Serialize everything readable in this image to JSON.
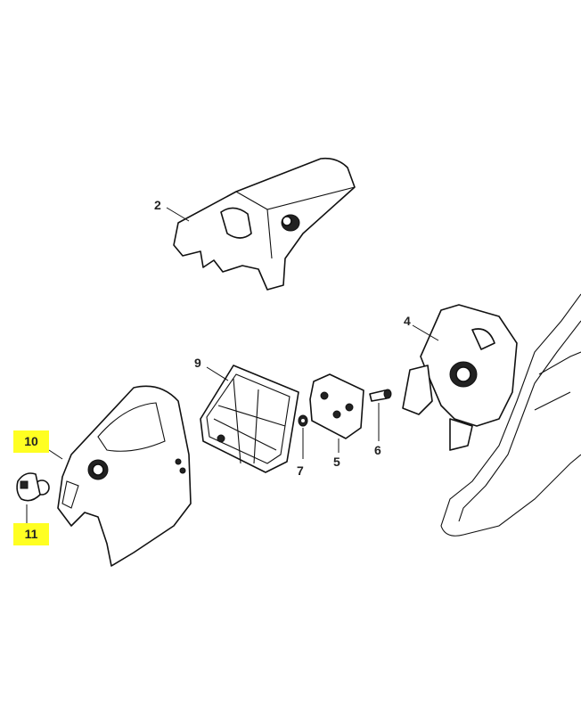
{
  "diagram": {
    "callouts": [
      {
        "id": "2",
        "label": "2",
        "highlighted": false
      },
      {
        "id": "4",
        "label": "4",
        "highlighted": false
      },
      {
        "id": "9",
        "label": "9",
        "highlighted": false
      },
      {
        "id": "10",
        "label": "10",
        "highlighted": true
      },
      {
        "id": "11",
        "label": "11",
        "highlighted": true
      },
      {
        "id": "7",
        "label": "7",
        "highlighted": false
      },
      {
        "id": "5",
        "label": "5",
        "highlighted": false
      },
      {
        "id": "6",
        "label": "6",
        "highlighted": false
      }
    ],
    "highlight_color": "#ffff22"
  }
}
